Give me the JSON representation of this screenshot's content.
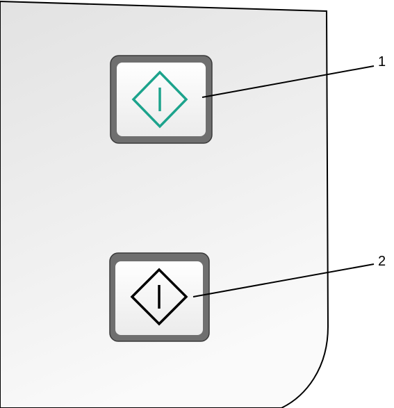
{
  "panel": {
    "fill_top": "#e4e4e4",
    "fill_bottom": "#f6f6f6",
    "stroke": "#000000"
  },
  "buttons": [
    {
      "id": "button-1",
      "callout": "1",
      "icon": "start-diamond-icon",
      "icon_color": "#1ca38c",
      "bezel_color": "#6d6d6d",
      "face_color": "#f4f4f4"
    },
    {
      "id": "button-2",
      "callout": "2",
      "icon": "start-diamond-icon",
      "icon_color": "#000000",
      "bezel_color": "#6d6d6d",
      "face_color": "#f4f4f4"
    }
  ]
}
